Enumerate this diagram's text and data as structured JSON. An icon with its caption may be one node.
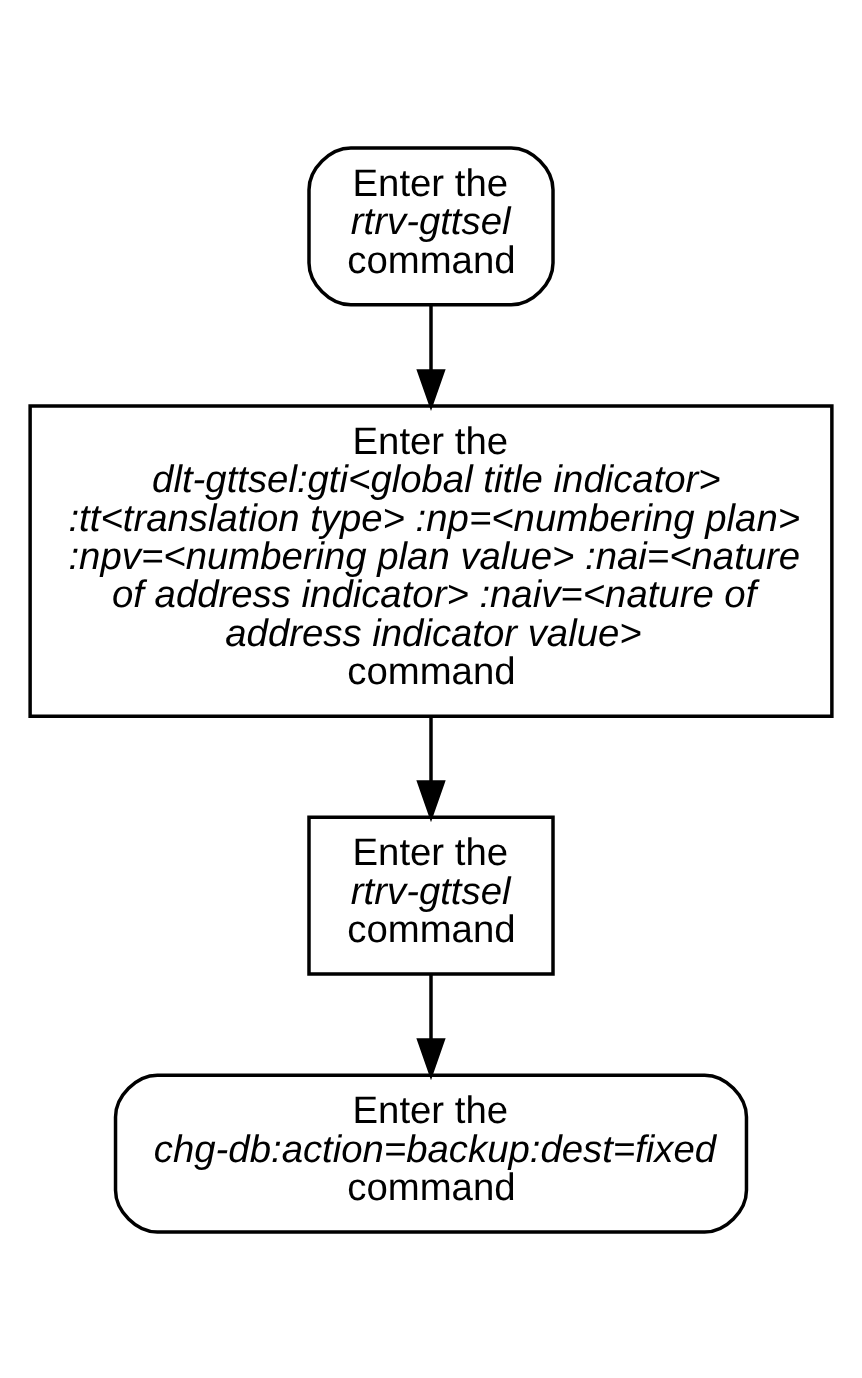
{
  "diagram": {
    "nodes": [
      {
        "text": [
          "Enter the *rtrv-gttsel* command"
        ]
      },
      {
        "text": [
          "Enter the *dlt-gttsel:gti<global title indicator> :tt<translation type> :np=<numbering plan> :npv=<numbering plan value> :nai=<nature of address indicator> :naiv=<nature of address indicator value>* command"
        ]
      },
      {
        "text": [
          "Enter the *rtrv-gttsel* command"
        ]
      },
      {
        "text": [
          "Enter the *chg-db:action=backup:dest=fixed* command"
        ]
      }
    ],
    "edges": [
      {
        "from": 0,
        "to": 1,
        "arrow": "to"
      },
      {
        "from": 1,
        "to": 2,
        "arrow": "to"
      },
      {
        "from": 2,
        "to": 3,
        "arrow": "to"
      }
    ]
  }
}
